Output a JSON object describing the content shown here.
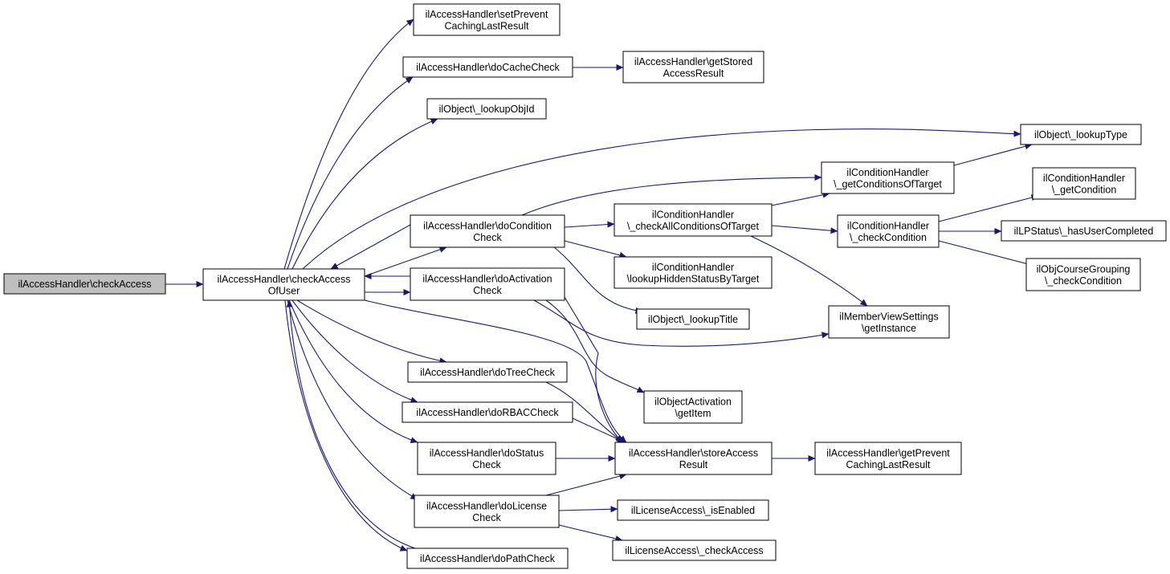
{
  "diagram": {
    "nodes": [
      {
        "id": "checkAccess",
        "lines": [
          "ilAccessHandler\\checkAccess"
        ],
        "root": true
      },
      {
        "id": "checkAccessOfUser",
        "lines": [
          "ilAccessHandler\\checkAccess",
          "OfUser"
        ]
      },
      {
        "id": "setPrevent",
        "lines": [
          "ilAccessHandler\\setPrevent",
          "CachingLastResult"
        ]
      },
      {
        "id": "doCacheCheck",
        "lines": [
          "ilAccessHandler\\doCacheCheck"
        ]
      },
      {
        "id": "getStored",
        "lines": [
          "ilAccessHandler\\getStored",
          "AccessResult"
        ]
      },
      {
        "id": "lookupObjId",
        "lines": [
          "ilObject\\_lookupObjId"
        ]
      },
      {
        "id": "lookupType",
        "lines": [
          "ilObject\\_lookupType"
        ]
      },
      {
        "id": "getConditionsOfTarget",
        "lines": [
          "ilConditionHandler",
          "\\_getConditionsOfTarget"
        ]
      },
      {
        "id": "getCondition",
        "lines": [
          "ilConditionHandler",
          "\\_getCondition"
        ]
      },
      {
        "id": "doConditionCheck",
        "lines": [
          "ilAccessHandler\\doCondition",
          "Check"
        ]
      },
      {
        "id": "checkAllConditions",
        "lines": [
          "ilConditionHandler",
          "\\_checkAllConditionsOfTarget"
        ]
      },
      {
        "id": "checkCondition",
        "lines": [
          "ilConditionHandler",
          "\\_checkCondition"
        ]
      },
      {
        "id": "hasUserCompleted",
        "lines": [
          "ilLPStatus\\_hasUserCompleted"
        ]
      },
      {
        "id": "objCourseGrouping",
        "lines": [
          "ilObjCourseGrouping",
          "\\_checkCondition"
        ]
      },
      {
        "id": "lookupHidden",
        "lines": [
          "ilConditionHandler",
          "\\lookupHiddenStatusByTarget"
        ]
      },
      {
        "id": "doActivationCheck",
        "lines": [
          "ilAccessHandler\\doActivation",
          "Check"
        ]
      },
      {
        "id": "lookupTitle",
        "lines": [
          "ilObject\\_lookupTitle"
        ]
      },
      {
        "id": "memberView",
        "lines": [
          "ilMemberViewSettings",
          "\\getInstance"
        ]
      },
      {
        "id": "doTreeCheck",
        "lines": [
          "ilAccessHandler\\doTreeCheck"
        ]
      },
      {
        "id": "objectActivation",
        "lines": [
          "ilObjectActivation",
          "\\getItem"
        ]
      },
      {
        "id": "doRBACCheck",
        "lines": [
          "ilAccessHandler\\doRBACCheck"
        ]
      },
      {
        "id": "doStatusCheck",
        "lines": [
          "ilAccessHandler\\doStatus",
          "Check"
        ]
      },
      {
        "id": "storeAccessResult",
        "lines": [
          "ilAccessHandler\\storeAccess",
          "Result"
        ]
      },
      {
        "id": "getPrevent",
        "lines": [
          "ilAccessHandler\\getPrevent",
          "CachingLastResult"
        ]
      },
      {
        "id": "doLicenseCheck",
        "lines": [
          "ilAccessHandler\\doLicense",
          "Check"
        ]
      },
      {
        "id": "isEnabled",
        "lines": [
          "ilLicenseAccess\\_isEnabled"
        ]
      },
      {
        "id": "licenseCheckAccess",
        "lines": [
          "ilLicenseAccess\\_checkAccess"
        ]
      },
      {
        "id": "doPathCheck",
        "lines": [
          "ilAccessHandler\\doPathCheck"
        ]
      }
    ],
    "edges": [
      {
        "from": "checkAccess",
        "to": "checkAccessOfUser"
      },
      {
        "from": "checkAccessOfUser",
        "to": "setPrevent"
      },
      {
        "from": "checkAccessOfUser",
        "to": "doCacheCheck"
      },
      {
        "from": "checkAccessOfUser",
        "to": "lookupObjId"
      },
      {
        "from": "checkAccessOfUser",
        "to": "lookupType"
      },
      {
        "from": "checkAccessOfUser",
        "to": "doConditionCheck"
      },
      {
        "from": "checkAccessOfUser",
        "to": "doActivationCheck"
      },
      {
        "from": "checkAccessOfUser",
        "to": "doTreeCheck"
      },
      {
        "from": "checkAccessOfUser",
        "to": "doRBACCheck"
      },
      {
        "from": "checkAccessOfUser",
        "to": "doStatusCheck"
      },
      {
        "from": "checkAccessOfUser",
        "to": "storeAccessResult"
      },
      {
        "from": "checkAccessOfUser",
        "to": "doLicenseCheck"
      },
      {
        "from": "checkAccessOfUser",
        "to": "doPathCheck"
      },
      {
        "from": "doCacheCheck",
        "to": "getStored"
      },
      {
        "from": "doConditionCheck",
        "to": "checkAccessOfUser"
      },
      {
        "from": "doConditionCheck",
        "to": "getConditionsOfTarget"
      },
      {
        "from": "doConditionCheck",
        "to": "checkAllConditions"
      },
      {
        "from": "doConditionCheck",
        "to": "lookupHidden"
      },
      {
        "from": "doConditionCheck",
        "to": "lookupTitle"
      },
      {
        "from": "getConditionsOfTarget",
        "to": "lookupType"
      },
      {
        "from": "checkAllConditions",
        "to": "getConditionsOfTarget"
      },
      {
        "from": "checkAllConditions",
        "to": "checkCondition"
      },
      {
        "from": "checkAllConditions",
        "to": "memberView"
      },
      {
        "from": "checkCondition",
        "to": "getCondition"
      },
      {
        "from": "checkCondition",
        "to": "hasUserCompleted"
      },
      {
        "from": "checkCondition",
        "to": "objCourseGrouping"
      },
      {
        "from": "doActivationCheck",
        "to": "checkAccessOfUser"
      },
      {
        "from": "doActivationCheck",
        "to": "memberView"
      },
      {
        "from": "doActivationCheck",
        "to": "objectActivation"
      },
      {
        "from": "doActivationCheck",
        "to": "storeAccessResult"
      },
      {
        "from": "doTreeCheck",
        "to": "storeAccessResult"
      },
      {
        "from": "doRBACCheck",
        "to": "storeAccessResult"
      },
      {
        "from": "doStatusCheck",
        "to": "storeAccessResult"
      },
      {
        "from": "doLicenseCheck",
        "to": "storeAccessResult"
      },
      {
        "from": "doLicenseCheck",
        "to": "isEnabled"
      },
      {
        "from": "doLicenseCheck",
        "to": "licenseCheckAccess"
      },
      {
        "from": "doPathCheck",
        "to": "checkAccessOfUser"
      },
      {
        "from": "storeAccessResult",
        "to": "getPrevent"
      }
    ],
    "colors": {
      "edge": "#191970",
      "root_fill": "#bfbfbf",
      "node_fill": "#ffffff",
      "node_stroke": "#000000"
    }
  }
}
